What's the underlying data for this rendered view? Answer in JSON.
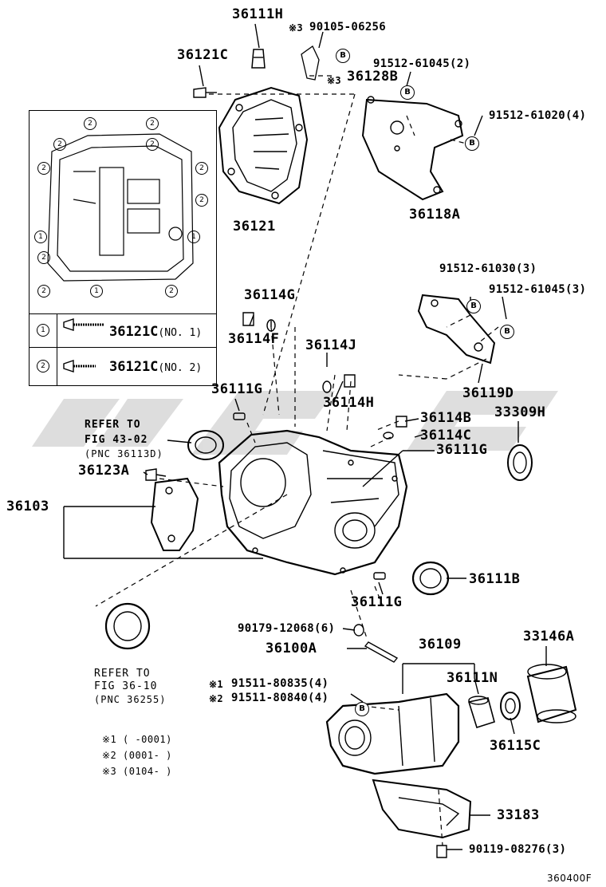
{
  "labels": {
    "p36111H": "36111H",
    "p90105": "90105-06256",
    "p90105_mark": "※3",
    "p36121C": "36121C",
    "p36128B": "36128B",
    "p36128B_mark": "※3",
    "p91512_61045_2": "91512-61045(2)",
    "p91512_61020_4": "91512-61020(4)",
    "p36121": "36121",
    "p36118A": "36118A",
    "p91512_61030_3": "91512-61030(3)",
    "p91512_61045_3": "91512-61045(3)",
    "p36114G": "36114G",
    "p36114F": "36114F",
    "p36114J": "36114J",
    "p36114H": "36114H",
    "p36119D": "36119D",
    "p36111G_top": "36111G",
    "p36114B": "36114B",
    "p33309H": "33309H",
    "p36114C": "36114C",
    "p36111G_mid": "36111G",
    "refer_fig_1": "REFER TO",
    "refer_fig_2": "FIG 43-02",
    "refer_fig_3": "(PNC 36113D)",
    "p36123A": "36123A",
    "p36103": "36103",
    "p36111B": "36111B",
    "p36111G_low": "36111G",
    "p90179": "90179-12068(6)",
    "p36100A": "36100A",
    "p36109": "36109",
    "p33146A": "33146A",
    "refer_fig2_1": "REFER TO",
    "refer_fig2_2": "FIG 36-10",
    "refer_fig2_3": "(PNC 36255)",
    "p36111N": "36111N",
    "p91511_80835": "91511-80835(4)",
    "p91511_80835_mark": "※1",
    "p91511_80840": "91511-80840(4)",
    "p91511_80840_mark": "※2",
    "p36115C": "36115C",
    "note1": "※1 (      -0001)",
    "note2": "※2 (0001-      )",
    "note3": "※3 (0104-      )",
    "p33183": "33183",
    "p90119": "90119-08276(3)",
    "figure_code": "360400F"
  },
  "inset": {
    "row1_circle": "1",
    "row1_part": "36121C",
    "row1_note": "(NO. 1)",
    "row2_circle": "2",
    "row2_part": "36121C",
    "row2_note": "(NO. 2)",
    "bolt_markers": [
      "2",
      "2",
      "2",
      "2",
      "2",
      "2",
      "2",
      "1",
      "2",
      "1",
      "2",
      "1",
      "2"
    ]
  },
  "b_marker": "B"
}
